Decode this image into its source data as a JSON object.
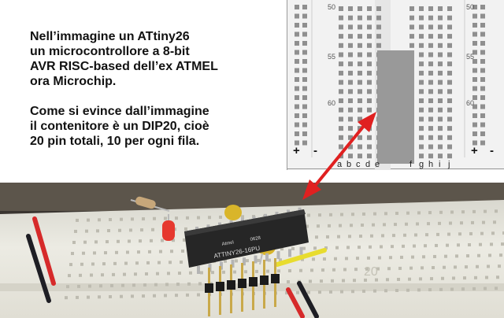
{
  "caption": {
    "paragraph1": [
      "Nell’immagine un ATtiny26",
      "un microcontrollore a 8-bit",
      "AVR RISC-based dell’ex ATMEL",
      "ora Microchip."
    ],
    "paragraph2": [
      "Come si evince dall’immagine",
      "il contenitore è un DIP20, cioè",
      "20 pin totali, 10 per ogni fila."
    ]
  },
  "breadboard_diagram": {
    "row_numbers": [
      "50",
      "55",
      "60"
    ],
    "column_letters_left": [
      "a",
      "b",
      "c",
      "d",
      "e"
    ],
    "column_letters_right": [
      "f",
      "g",
      "h",
      "i",
      "j"
    ],
    "rail_plus": "+",
    "rail_minus": "-"
  },
  "photo": {
    "chip_marking_line1": "0628",
    "chip_marking_line2": "ATTINY26-16PU",
    "chip_brand": "Atmel",
    "board_number": "20"
  },
  "colors": {
    "arrow": "#e02020",
    "chip_highlight": "#999999",
    "breadboard": "#ecebe3",
    "chip_body": "#262626"
  }
}
